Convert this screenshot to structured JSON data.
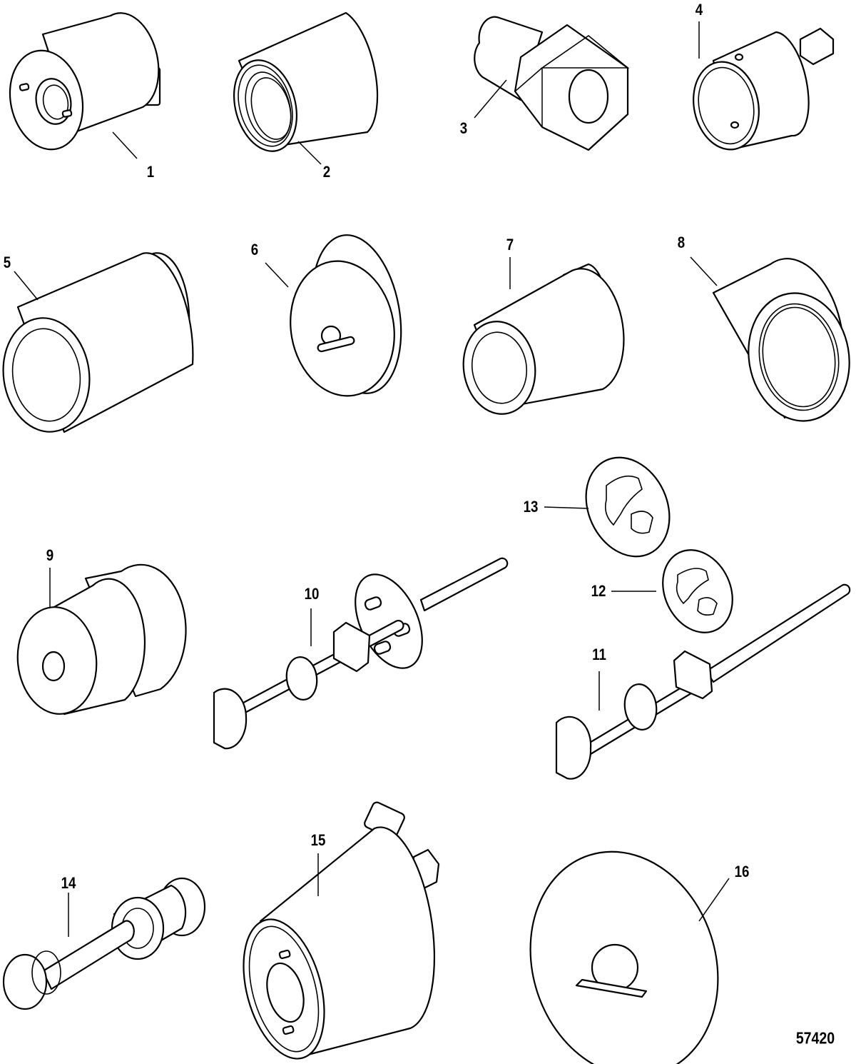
{
  "diagram": {
    "callouts": [
      {
        "id": "1",
        "text": "1"
      },
      {
        "id": "2",
        "text": "2"
      },
      {
        "id": "3",
        "text": "3"
      },
      {
        "id": "4",
        "text": "4"
      },
      {
        "id": "5",
        "text": "5"
      },
      {
        "id": "6",
        "text": "6"
      },
      {
        "id": "7",
        "text": "7"
      },
      {
        "id": "8",
        "text": "8"
      },
      {
        "id": "9",
        "text": "9"
      },
      {
        "id": "10",
        "text": "10"
      },
      {
        "id": "11",
        "text": "11"
      },
      {
        "id": "12",
        "text": "12"
      },
      {
        "id": "13",
        "text": "13"
      },
      {
        "id": "14",
        "text": "14"
      },
      {
        "id": "15",
        "text": "15"
      },
      {
        "id": "16",
        "text": "16"
      }
    ],
    "drawing_number": "57420"
  }
}
